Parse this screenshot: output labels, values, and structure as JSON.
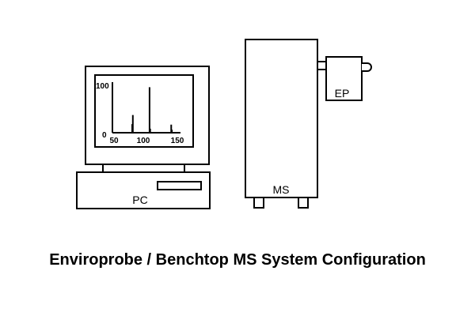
{
  "caption": "Enviroprobe / Benchtop MS System Configuration",
  "labels": {
    "pc": "PC",
    "ms": "MS",
    "ep": "EP"
  },
  "spectrum": {
    "y_ticks": [
      "100",
      "0"
    ],
    "x_ticks": [
      "50",
      "100",
      "150"
    ],
    "peaks": [
      {
        "mz": 77,
        "intensity": 17
      },
      {
        "mz": 78,
        "intensity": 35
      },
      {
        "mz": 105,
        "intensity": 90
      },
      {
        "mz": 106,
        "intensity": 8
      },
      {
        "mz": 140,
        "intensity": 16
      },
      {
        "mz": 141,
        "intensity": 6
      }
    ],
    "x_range": [
      45,
      155
    ],
    "y_range": [
      0,
      100
    ]
  }
}
